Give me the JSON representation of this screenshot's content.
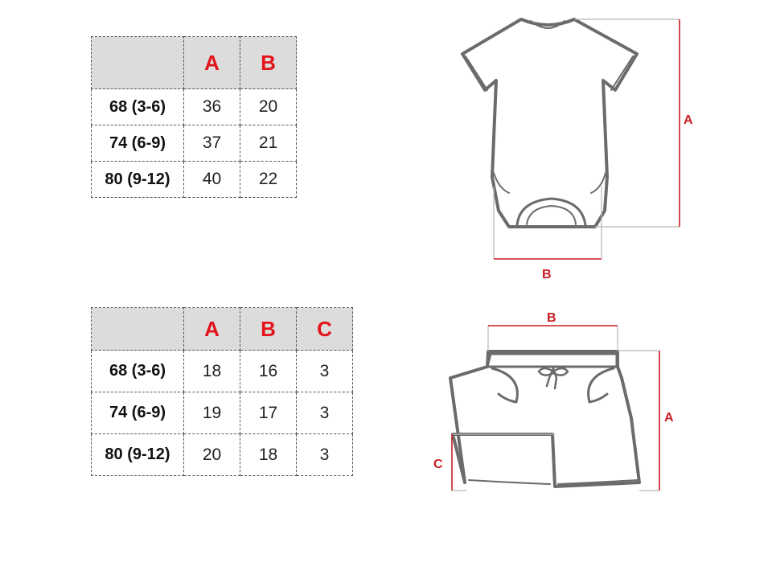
{
  "colors": {
    "header_text": "#e3141b",
    "header_background": "#dcdcdc",
    "dimension_line": "#c81e24",
    "garment_outline": "#6b6b6b"
  },
  "bodysuit_table": {
    "headers": [
      "",
      "A",
      "B"
    ],
    "rows": [
      {
        "size": "68 (3-6)",
        "values": [
          "36",
          "20"
        ]
      },
      {
        "size": "74 (6-9)",
        "values": [
          "37",
          "21"
        ]
      },
      {
        "size": "80 (9-12)",
        "values": [
          "40",
          "22"
        ]
      }
    ]
  },
  "shorts_table": {
    "headers": [
      "",
      "A",
      "B",
      "C"
    ],
    "rows": [
      {
        "size": "68 (3-6)",
        "values": [
          "18",
          "16",
          "3"
        ]
      },
      {
        "size": "74 (6-9)",
        "values": [
          "19",
          "17",
          "3"
        ]
      },
      {
        "size": "80 (9-12)",
        "values": [
          "20",
          "18",
          "3"
        ]
      }
    ]
  },
  "bodysuit_diagram": {
    "icon": "bodysuit-icon",
    "dimension_labels": {
      "a": "A",
      "b": "B"
    }
  },
  "shorts_diagram": {
    "icon": "shorts-icon",
    "dimension_labels": {
      "a": "A",
      "b": "B",
      "c": "C"
    }
  }
}
